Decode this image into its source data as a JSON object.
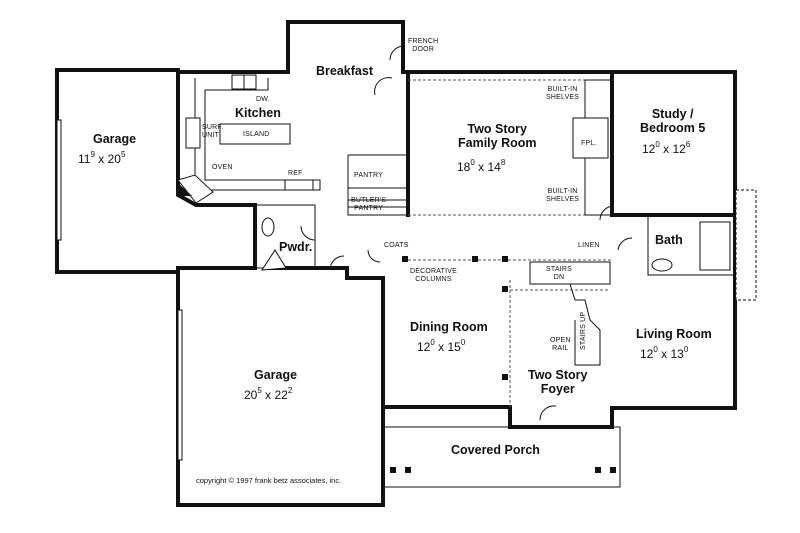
{
  "rooms": {
    "breakfast": {
      "name": "Breakfast"
    },
    "kitchen": {
      "name": "Kitchen"
    },
    "garage_small": {
      "name": "Garage",
      "w_ft": "11",
      "w_in": "9",
      "sep": "x",
      "l_ft": "20",
      "l_in": "5"
    },
    "family": {
      "name_line1": "Two Story",
      "name_line2": "Family Room",
      "w_ft": "18",
      "w_in": "0",
      "sep": "x",
      "l_ft": "14",
      "l_in": "8"
    },
    "study": {
      "name_line1": "Study /",
      "name_line2": "Bedroom 5",
      "w_ft": "12",
      "w_in": "0",
      "sep": "x",
      "l_ft": "12",
      "l_in": "6"
    },
    "bath": {
      "name": "Bath"
    },
    "pwdr": {
      "name": "Pwdr."
    },
    "dining": {
      "name": "Dining Room",
      "w_ft": "12",
      "w_in": "0",
      "sep": "x",
      "l_ft": "15",
      "l_in": "0"
    },
    "living": {
      "name": "Living Room",
      "w_ft": "12",
      "w_in": "0",
      "sep": "x",
      "l_ft": "13",
      "l_in": "0"
    },
    "garage_big": {
      "name": "Garage",
      "w_ft": "20",
      "w_in": "5",
      "sep": "x",
      "l_ft": "22",
      "l_in": "2"
    },
    "foyer": {
      "name_line1": "Two Story",
      "name_line2": "Foyer"
    },
    "porch": {
      "name": "Covered Porch"
    }
  },
  "notes": {
    "french_door_1": "FRENCH",
    "french_door_2": "DOOR",
    "dw": "DW.",
    "surf_unit_1": "SURF.",
    "surf_unit_2": "UNIT",
    "island": "ISLAND",
    "oven": "OVEN",
    "ref": "REF.",
    "pantry": "PANTRY",
    "butlers_1": "BUTLER'S",
    "butlers_2": "PANTRY",
    "builtin_top_1": "BUILT-IN",
    "builtin_top_2": "SHELVES",
    "builtin_bot_1": "BUILT-IN",
    "builtin_bot_2": "SHELVES",
    "fpl": "FPL.",
    "coats": "COATS",
    "linen": "LINEN",
    "decorative_1": "DECORATIVE",
    "decorative_2": "COLUMNS",
    "stairs_dn_1": "STAIRS",
    "stairs_dn_2": "DN",
    "open_rail_1": "OPEN",
    "open_rail_2": "RAIL",
    "stairs_up_1": "STAIRS",
    "stairs_up_2": "UP",
    "copyright": "copyright © 1997 frank betz associates, inc."
  }
}
